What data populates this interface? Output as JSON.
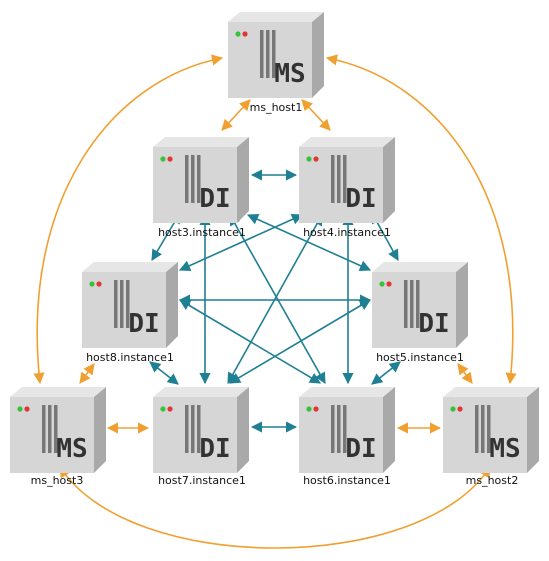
{
  "colors": {
    "orange": "#F0A030",
    "teal": "#1F7F93",
    "server_face": "#D6D6D6",
    "server_side": "#A9A9A9",
    "server_top": "#E6E6E6",
    "server_slot": "#777777",
    "led_green": "#36C23B",
    "led_red": "#E23636"
  },
  "nodes": [
    {
      "id": "ms1",
      "kind": "MS",
      "label": "ms_host1",
      "icon_text": "MS"
    },
    {
      "id": "h3",
      "kind": "DI",
      "label": "host3.instance1",
      "icon_text": "DI"
    },
    {
      "id": "h4",
      "kind": "DI",
      "label": "host4.instance1",
      "icon_text": "DI"
    },
    {
      "id": "h8",
      "kind": "DI",
      "label": "host8.instance1",
      "icon_text": "DI"
    },
    {
      "id": "h5",
      "kind": "DI",
      "label": "host5.instance1",
      "icon_text": "DI"
    },
    {
      "id": "ms3",
      "kind": "MS",
      "label": "ms_host3",
      "icon_text": "MS"
    },
    {
      "id": "h7",
      "kind": "DI",
      "label": "host7.instance1",
      "icon_text": "DI"
    },
    {
      "id": "h6",
      "kind": "DI",
      "label": "host6.instance1",
      "icon_text": "DI"
    },
    {
      "id": "ms2",
      "kind": "MS",
      "label": "ms_host2",
      "icon_text": "MS"
    }
  ]
}
